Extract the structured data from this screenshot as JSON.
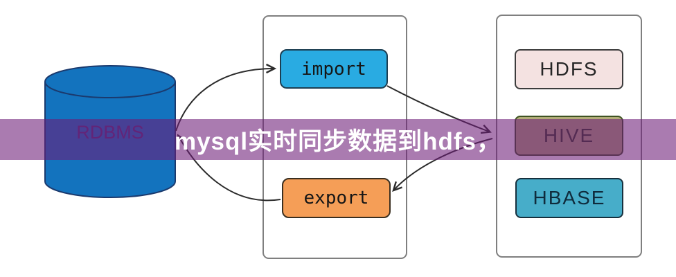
{
  "banner": {
    "text": "mysql实时同步数据到hdfs，"
  },
  "diagram": {
    "database": {
      "label": "RDBMS"
    },
    "middle_group": {
      "import": {
        "label": "import"
      },
      "export": {
        "label": "export"
      }
    },
    "right_group": {
      "hdfs": {
        "label": "HDFS"
      },
      "hive": {
        "label": "HIVE"
      },
      "hbase": {
        "label": "HBASE"
      }
    },
    "edges": [
      {
        "from": "RDBMS",
        "to": "import"
      },
      {
        "from": "import",
        "to": "hadoop-group"
      },
      {
        "from": "hadoop-group",
        "to": "export"
      },
      {
        "from": "export",
        "to": "RDBMS"
      }
    ]
  },
  "colors": {
    "cylinder-fill": "#1373BE",
    "cylinder-stroke": "#1B3A6E",
    "rdbms-text": "#55317A",
    "import-fill": "#29ABE2",
    "import-border": "#1C3E52",
    "export-fill": "#F59E57",
    "export-border": "#3A2F20",
    "hdfs-fill": "#F4E2E1",
    "hdfs-border": "#3C3C3C",
    "hdfs-text": "#262626",
    "hive-fill": "#B2AC79",
    "hive-border": "#3E5222",
    "hive-text": "#334022",
    "hbase-fill": "#47ADC9",
    "hbase-border": "#16303E",
    "hbase-text": "#0F2B3C",
    "box-text": "#161616",
    "panel-border": "#7F7F7F",
    "arrow": "#2B2B2B",
    "banner-bg": "rgba(109, 27, 119, 0.58)",
    "banner-text": "#FFFFFF"
  }
}
